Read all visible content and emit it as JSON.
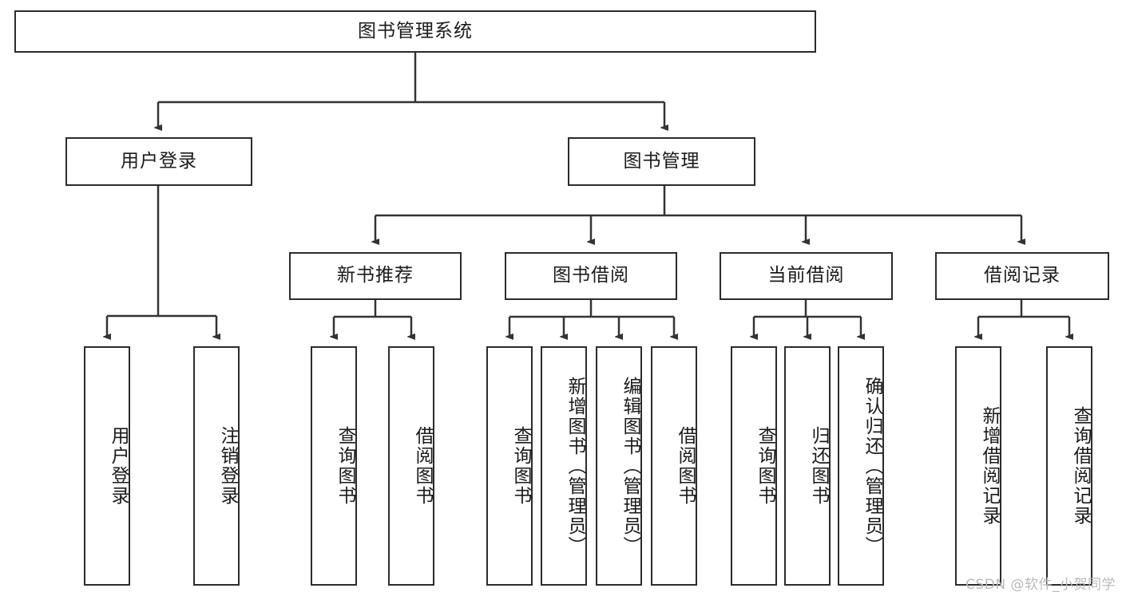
{
  "diagram": {
    "title": "图书管理系统",
    "type": "tree-hierarchy-chart",
    "root": {
      "label": "图书管理系统"
    },
    "level2": [
      {
        "label": "用户登录"
      },
      {
        "label": "图书管理"
      }
    ],
    "level3": [
      {
        "label": "新书推荐"
      },
      {
        "label": "图书借阅"
      },
      {
        "label": "当前借阅"
      },
      {
        "label": "借阅记录"
      }
    ],
    "leaves": {
      "user_login": [
        {
          "label": "用户登录"
        },
        {
          "label": "注销登录"
        }
      ],
      "new_book_recommend": [
        {
          "label": "查询图书"
        },
        {
          "label": "借阅图书"
        }
      ],
      "book_borrow": [
        {
          "label": "查询图书"
        },
        {
          "label": "新增图书（管理员）"
        },
        {
          "label": "编辑图书（管理员）"
        },
        {
          "label": "借阅图书"
        }
      ],
      "current_borrow": [
        {
          "label": "查询图书"
        },
        {
          "label": "归还图书"
        },
        {
          "label": "确认归还（管理员）"
        }
      ],
      "borrow_record": [
        {
          "label": "新增借阅记录"
        },
        {
          "label": "查询借阅记录"
        }
      ]
    }
  },
  "watermark": {
    "text": "CSDN @软件_小贺同学"
  },
  "colors": {
    "box_border": "#2b2b2b",
    "box_fill": "#ffffff",
    "connector": "#333333",
    "text": "#1a1a1a",
    "watermark": "#b9b9b9",
    "page_background": "#ffffff"
  }
}
